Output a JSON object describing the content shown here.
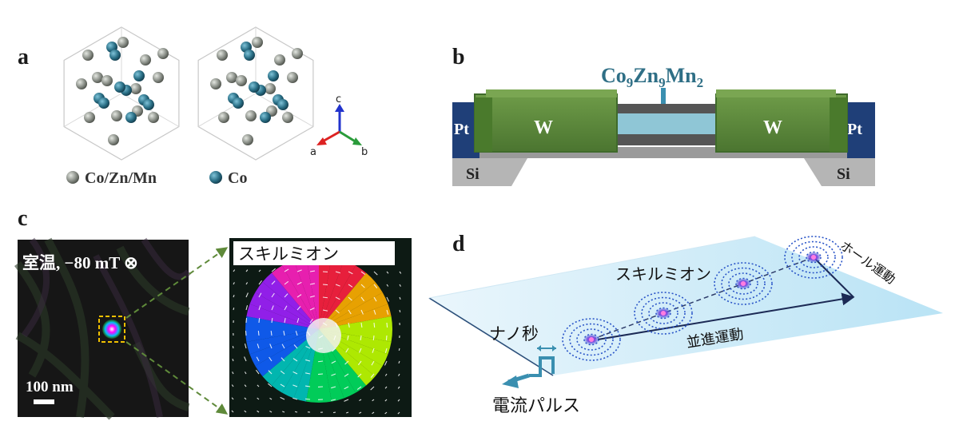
{
  "panels": {
    "a": {
      "label": "a",
      "legend": {
        "mixed": "Co/Zn/Mn",
        "co": "Co"
      },
      "axes": {
        "a": "a",
        "b": "b",
        "c": "c"
      }
    },
    "b": {
      "label": "b",
      "alloy_main": "Co",
      "alloy_sub1": "9",
      "alloy_mid": "Zn",
      "alloy_sub2": "9",
      "alloy_end": "Mn",
      "alloy_sub3": "2",
      "pt_left": "Pt",
      "pt_right": "Pt",
      "w_left": "W",
      "w_right": "W",
      "si_left": "Si",
      "si_right": "Si"
    },
    "c": {
      "label": "c",
      "condition": "室温, −80 mT ⊗",
      "scale_bar": "100 nm",
      "inset_title": "スキルミオン"
    },
    "d": {
      "label": "d",
      "skyrmion": "スキルミオン",
      "nanosecond": "ナノ秒",
      "current_pulse": "電流パルス",
      "translation": "並進運動",
      "hall_motion": "ホール運動"
    }
  },
  "colors": {
    "co_atom": "#2a6f86",
    "mixed_atom": "#8a8f88",
    "w_green": "#5d8a3c",
    "w_dark": "#3f6a2b",
    "pt_blue": "#1f3f78",
    "si_gray": "#b5b5b5",
    "alloy_teal": "#8fc6d6",
    "arrow_teal": "#3a8fb0",
    "plane_blue": "#cfeaf7",
    "skyrmion_blue": "#2a55c8",
    "skyrmion_core": "#e05ac8"
  }
}
